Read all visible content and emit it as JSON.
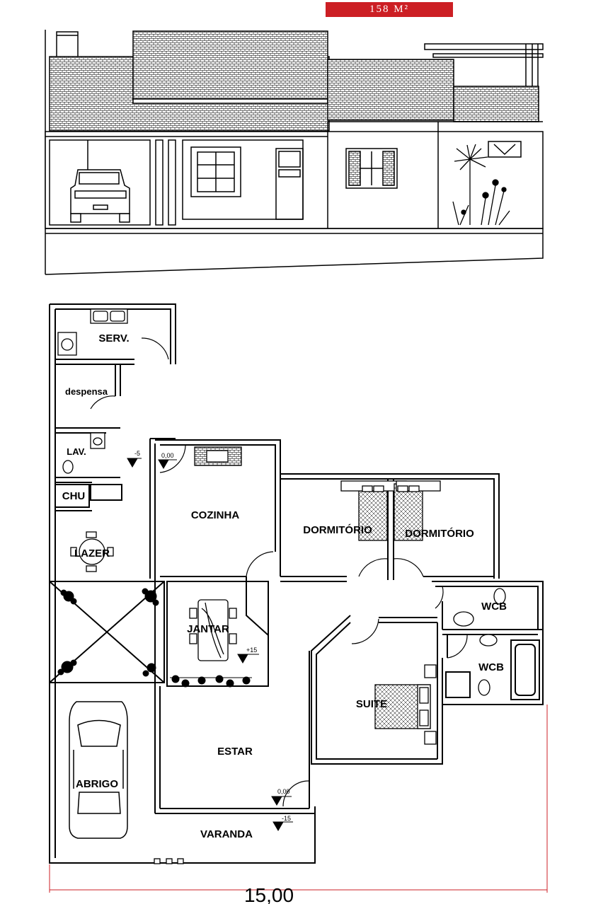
{
  "area_badge": "158 M²",
  "rooms": {
    "serv": "SERV.",
    "despensa": "despensa",
    "lav": "LAV.",
    "chu": "CHU",
    "lazer": "LAZER",
    "cozinha": "COZINHA",
    "dormitorio_1": "DORMITÓRIO",
    "dormitorio_2": "DORMITÓRIO",
    "wcb_1": "WCB",
    "wcb_2": "WCB",
    "jantar": "JANTAR",
    "suite": "SUITE",
    "estar": "ESTAR",
    "abrigo": "ABRIGO",
    "varanda": "VARANDA"
  },
  "levels": {
    "lav": "-5",
    "cozinha": "0,00",
    "jantar": "+15",
    "estar": "0,00",
    "varanda": "-15"
  },
  "dimension": "15,00",
  "colors": {
    "line": "#000000",
    "badge": "#cc1f24",
    "dimension_line": "#cc1f24"
  }
}
